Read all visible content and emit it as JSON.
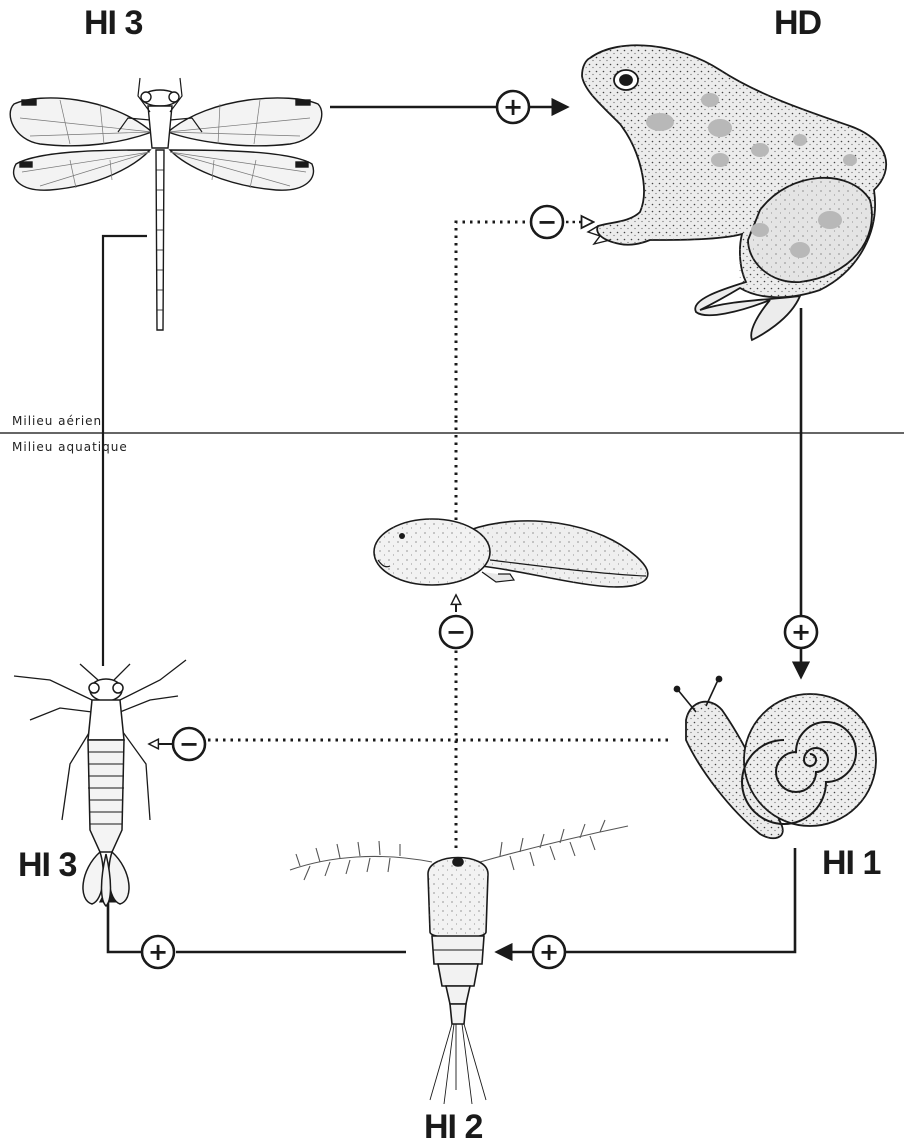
{
  "labels": {
    "hi3_top": "HI 3",
    "hd": "HD",
    "hi3_bottom": "HI 3",
    "hi1": "HI 1",
    "hi2": "HI 2"
  },
  "milieu": {
    "aerien": "Milieu aérien",
    "aquatique": "Milieu aquatique"
  },
  "signs": {
    "plus": "+",
    "minus": "−"
  },
  "organisms": [
    {
      "id": "dragonfly",
      "icon": "dragonfly-icon"
    },
    {
      "id": "frog",
      "icon": "frog-icon"
    },
    {
      "id": "tadpole",
      "icon": "tadpole-icon"
    },
    {
      "id": "snail",
      "icon": "snail-icon"
    },
    {
      "id": "nymph",
      "icon": "dragonfly-nymph-icon"
    },
    {
      "id": "copepod",
      "icon": "copepod-icon"
    }
  ],
  "colors": {
    "ink": "#1a1a1a",
    "frog_fill": "#ececec",
    "frog_spots": "#b8b8b8"
  }
}
